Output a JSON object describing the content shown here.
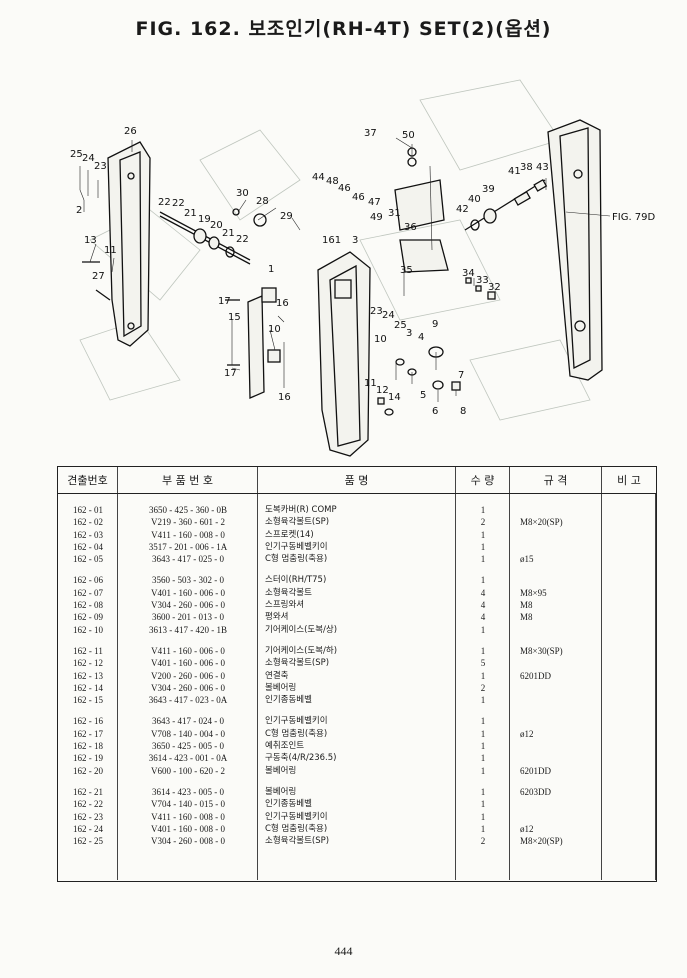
{
  "title": "FIG. 162. 보조인기(RH-4T) SET(2)(옵션)",
  "page_number": "444",
  "callouts": {
    "c1": "1",
    "c2": "2",
    "c3": "3",
    "c4": "4",
    "c5": "5",
    "c6": "6",
    "c7": "7",
    "c8": "8",
    "c9": "9",
    "c10a": "10",
    "c10b": "10",
    "c11a": "11",
    "c11b": "11",
    "c12": "12",
    "c13": "13",
    "c14": "14",
    "c15": "15",
    "c16a": "16",
    "c16b": "16",
    "c17a": "17",
    "c17b": "17",
    "c19": "19",
    "c20": "20",
    "c21a": "21",
    "c21b": "21",
    "c22a": "22",
    "c22b": "22",
    "c23a": "23",
    "c23b": "23",
    "c24a": "24",
    "c24b": "24",
    "c25a": "25",
    "c25b": "25",
    "c26": "26",
    "c27": "27",
    "c28": "28",
    "c29": "29",
    "c30": "30",
    "c31": "31",
    "c32": "32",
    "c33": "33",
    "c34": "34",
    "c35": "35",
    "c36": "36",
    "c37": "37",
    "c38": "38",
    "c39": "39",
    "c40": "40",
    "c41": "41",
    "c42": "42",
    "c43": "43",
    "c44": "44",
    "c46": "46",
    "c47": "47",
    "c48": "48",
    "c49": "49",
    "c50": "50",
    "c161": "161",
    "fig": "FIG. 79D"
  },
  "table": {
    "headers": {
      "index": "견출번호",
      "part_no": "부 품 번 호",
      "name": "품                명",
      "qty": "수 량",
      "spec": "규        격",
      "remarks": "비 고"
    },
    "groups": [
      [
        {
          "index": "162 - 01",
          "part_no": "3650 - 425 - 360 - 0B",
          "name": "도복카버(R) COMP",
          "qty": "1",
          "spec": ""
        },
        {
          "index": "162 - 02",
          "part_no": "V219 - 360 - 601 - 2",
          "name": "소형육각볼트(SP)",
          "qty": "2",
          "spec": "M8×20(SP)"
        },
        {
          "index": "162 - 03",
          "part_no": "V411 - 160 - 008 - 0",
          "name": "스프로켓(14)",
          "qty": "1",
          "spec": ""
        },
        {
          "index": "162 - 04",
          "part_no": "3517 - 201 - 006 - 1A",
          "name": "인기구동베벨키이",
          "qty": "1",
          "spec": ""
        },
        {
          "index": "162 - 05",
          "part_no": "3643 - 417 - 025 - 0",
          "name": "C형 멈춤링(축용)",
          "qty": "1",
          "spec": "ø15"
        }
      ],
      [
        {
          "index": "162 - 06",
          "part_no": "3560 - 503 - 302 - 0",
          "name": "스터이(RH/T75)",
          "qty": "1",
          "spec": ""
        },
        {
          "index": "162 - 07",
          "part_no": "V401 - 160 - 006 - 0",
          "name": "소형육각볼트",
          "qty": "4",
          "spec": "M8×95"
        },
        {
          "index": "162 - 08",
          "part_no": "V304 - 260 - 006 - 0",
          "name": "스프링와셔",
          "qty": "4",
          "spec": "M8"
        },
        {
          "index": "162 - 09",
          "part_no": "3600 - 201 - 013 - 0",
          "name": "평와셔",
          "qty": "4",
          "spec": "M8"
        },
        {
          "index": "162 - 10",
          "part_no": "3613 - 417 - 420 - 1B",
          "name": "기어케이스(도복/상)",
          "qty": "1",
          "spec": ""
        }
      ],
      [
        {
          "index": "162 - 11",
          "part_no": "V411 - 160 - 006 - 0",
          "name": "기어케이스(도복/하)",
          "qty": "1",
          "spec": "M8×30(SP)"
        },
        {
          "index": "162 - 12",
          "part_no": "V401 - 160 - 006 - 0",
          "name": "소형육각볼트(SP)",
          "qty": "5",
          "spec": ""
        },
        {
          "index": "162 - 13",
          "part_no": "V200 - 260 - 006 - 0",
          "name": "연결축",
          "qty": "1",
          "spec": "6201DD"
        },
        {
          "index": "162 - 14",
          "part_no": "V304 - 260 - 006 - 0",
          "name": "볼베어링",
          "qty": "2",
          "spec": ""
        },
        {
          "index": "162 - 15",
          "part_no": "3643 - 417 - 023 - 0A",
          "name": "인기종동베벨",
          "qty": "1",
          "spec": ""
        }
      ],
      [
        {
          "index": "162 - 16",
          "part_no": "3643 - 417 - 024 - 0",
          "name": "인기구동베벨키이",
          "qty": "1",
          "spec": ""
        },
        {
          "index": "162 - 17",
          "part_no": "V708 - 140 - 004 - 0",
          "name": "C형 멈춤링(축용)",
          "qty": "1",
          "spec": "ø12"
        },
        {
          "index": "162 - 18",
          "part_no": "3650 - 425 - 005 - 0",
          "name": "예취조인트",
          "qty": "1",
          "spec": ""
        },
        {
          "index": "162 - 19",
          "part_no": "3614 - 423 - 001 - 0A",
          "name": "구동축(4/R/236.5)",
          "qty": "1",
          "spec": ""
        },
        {
          "index": "162 - 20",
          "part_no": "V600 - 100 - 620 - 2",
          "name": "볼베어링",
          "qty": "1",
          "spec": "6201DD"
        }
      ],
      [
        {
          "index": "162 - 21",
          "part_no": "3614 - 423 - 005 - 0",
          "name": "볼베어링",
          "qty": "1",
          "spec": "6203DD"
        },
        {
          "index": "162 - 22",
          "part_no": "V704 - 140 - 015 - 0",
          "name": "인기종동베벨",
          "qty": "1",
          "spec": ""
        },
        {
          "index": "162 - 23",
          "part_no": "V411 - 160 - 008 - 0",
          "name": "인기구동베벨키이",
          "qty": "1",
          "spec": ""
        },
        {
          "index": "162 - 24",
          "part_no": "V401 - 160 - 008 - 0",
          "name": "C형 멈춤링(축용)",
          "qty": "1",
          "spec": "ø12"
        },
        {
          "index": "162 - 25",
          "part_no": "V304 - 260 - 008 - 0",
          "name": "소형육각볼트(SP)",
          "qty": "2",
          "spec": "M8×20(SP)"
        }
      ]
    ]
  }
}
